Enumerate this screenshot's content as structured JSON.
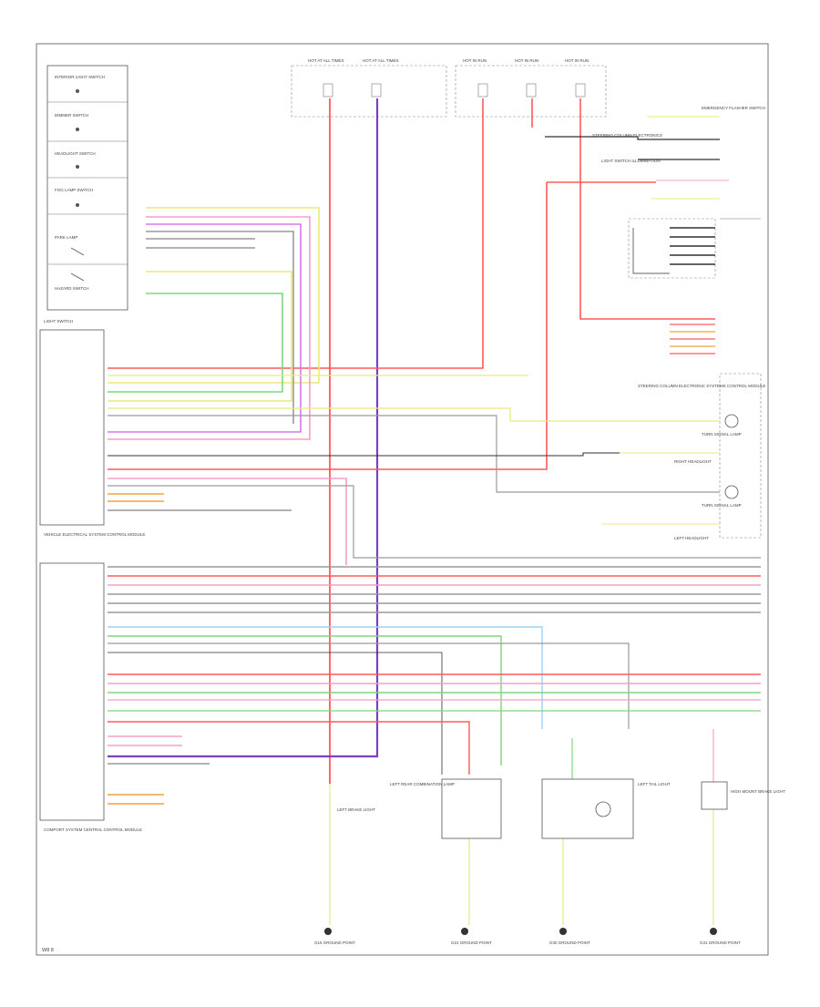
{
  "diagram": {
    "footer_code": "W8 8",
    "colors": {
      "red": "#ff5a5a",
      "purple": "#7b3fbf",
      "pink": "#f3a0c8",
      "yellow": "#eaea7a",
      "green": "#7ed67e",
      "brown": "#b5651d",
      "gray": "#9a9a9a",
      "lightblue": "#9fd1f0",
      "black": "#303030",
      "orange": "#f2a33a",
      "violet": "#d478f0"
    },
    "labels": {
      "left_switch_1": "INTERIOR LIGHT SWITCH",
      "left_switch_2": "DIMMER SWITCH",
      "left_switch_3": "HEADLIGHT SWITCH",
      "left_switch_4": "FOG LAMP SWITCH",
      "left_switch_5": "PARK LAMP",
      "left_switch_6": "HAZARD SWITCH",
      "light_switch": "LIGHT SWITCH",
      "module_1": "VEHICLE ELECTRICAL SYSTEM CONTROL MODULE",
      "module_2": "COMFORT SYSTEM CENTRAL CONTROL MODULE",
      "right_top_1": "EMERGENCY FLASHER SWITCH",
      "right_top_2": "STEERING COLUMN ELECTRONICS",
      "right_top_3": "LIGHT SWITCH ILLUMINATION",
      "right_mid_1": "STEERING COLUMN ELECTRONIC SYSTEMS CONTROL MODULE",
      "right_mid_2": "RIGHT HEADLIGHT",
      "right_mid_3": "LEFT HEADLIGHT",
      "right_lamp_1": "TURN SIGNAL LAMP",
      "right_lamp_2": "TURN SIGNAL LAMP",
      "bottom_1": "LEFT BRAKE LIGHT",
      "bottom_2": "LEFT REAR COMBINATION LAMP",
      "bottom_3": "LEFT TAIL LIGHT",
      "bottom_4": "HIGH MOUNT BRAKE LIGHT",
      "ground_1": "G15 GROUND POINT",
      "ground_2": "G21 GROUND POINT",
      "ground_3": "G30 GROUND POINT",
      "ground_4": "G31 GROUND POINT",
      "fuse_1": "HOT AT ALL TIMES",
      "fuse_2": "HOT AT ALL TIMES",
      "fuse_3": "HOT IN RUN",
      "fuse_4": "HOT IN RUN",
      "fuse_5": "HOT IN RUN"
    }
  }
}
